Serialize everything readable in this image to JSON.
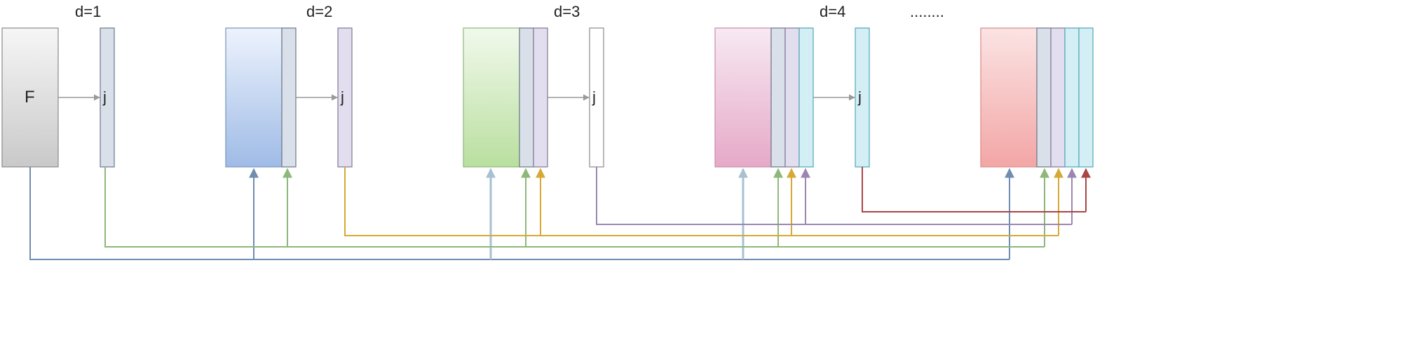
{
  "stage_labels": [
    "d=1",
    "d=2",
    "d=3",
    "d=4"
  ],
  "ellipsis": "........",
  "input_label": "F",
  "slim_label": "j",
  "colors": {
    "gray": "#cfcfcf",
    "blue": "#9fbbe6",
    "green": "#b9df9f",
    "pink": "#e6a9c8",
    "red": "#f3a6a6",
    "slate": "#d9e0ea",
    "lavender": "#e3deef",
    "white": "#ffffff",
    "cyan": "#d4eef6",
    "line_blue": "#6f8db0",
    "line_green": "#8db87a",
    "line_yellow": "#d6a935",
    "line_purple": "#9b86b3",
    "line_red": "#a94545",
    "line_lightblue": "#a9c0d3"
  }
}
